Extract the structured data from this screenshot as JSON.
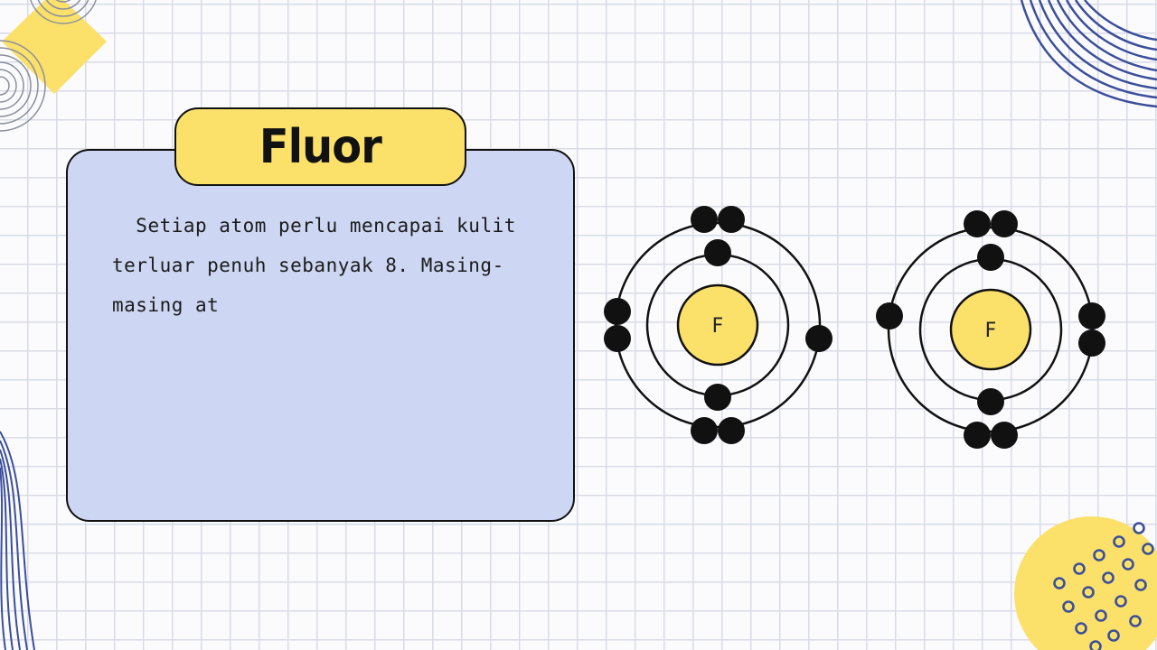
{
  "slide": {
    "title": "Fluor",
    "body": "  Setiap atom perlu mencapai kulit\nterluar penuh sebanyak 8. Masing-\nmasing at"
  },
  "atoms": [
    {
      "symbol": "F"
    },
    {
      "symbol": "F"
    }
  ],
  "colors": {
    "card": "#cdd7f3",
    "accent_yellow": "#fbe06a",
    "navy_lines": "#3b4f9a",
    "grid": "#d9dbe6"
  },
  "decorations": [
    "concentric-circles",
    "yellow-diamond",
    "wavy-lines",
    "yellow-dot-circle"
  ]
}
